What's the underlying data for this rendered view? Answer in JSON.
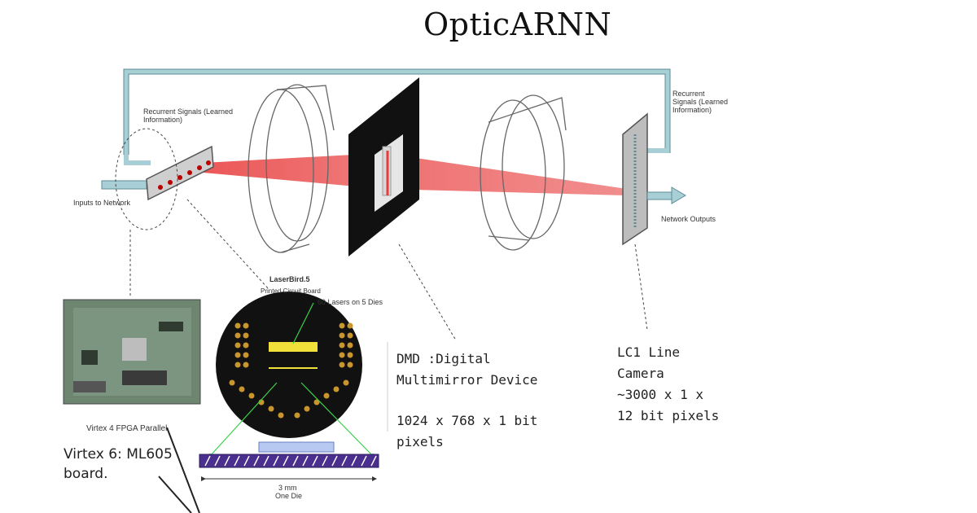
{
  "title": "OpticARNN",
  "labels": {
    "recurrent_left": "Recurrent Signals (Learned Information)",
    "recurrent_right": "Recurrent Signals (Learned Information)",
    "inputs": "Inputs to Network",
    "outputs": "Network Outputs",
    "laser_title": "LaserBird.5",
    "laser_pcb": "Printed Circuit Board",
    "laser_count": "60 Lasers on 5 Dies",
    "scale_value": "3 mm",
    "scale_caption": "One Die",
    "fpga_caption": "Virtex 4 FPGA Parallel",
    "fpga_board": "Virtex 6: ML605\nboard.",
    "dmd_name": "DMD :Digital\nMultimirror Device",
    "dmd_spec": "1024 x 768 x 1 bit\npixels",
    "camera": "LC1 Line\nCamera\n~3000 x 1 x\n12 bit pixels"
  },
  "colors": {
    "feedback_pipe": "#a9cfd6",
    "laser_beam": "#e83b3b",
    "dmd_frame": "#111111",
    "laser_chip": "#f2e03a",
    "laser_dots": "#c8962c"
  }
}
